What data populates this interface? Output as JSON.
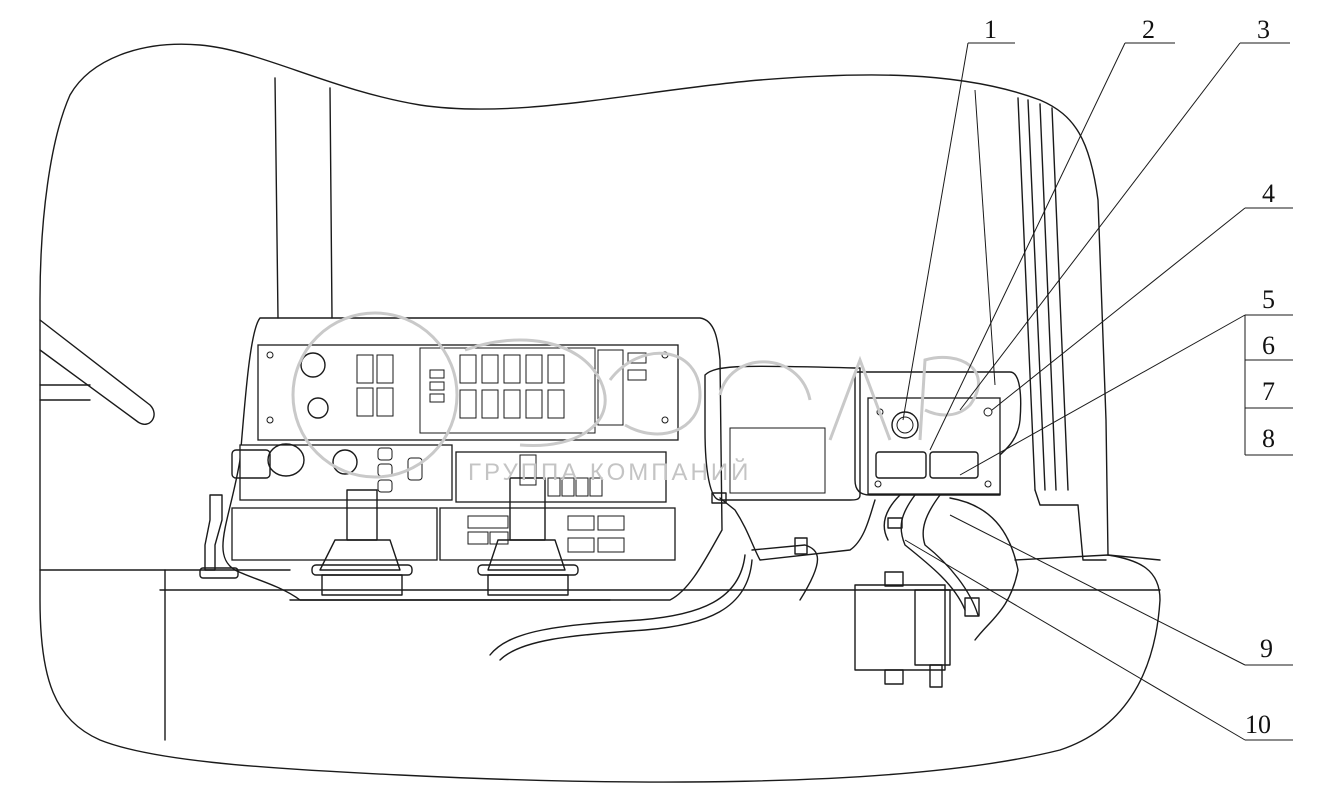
{
  "watermark": {
    "text": "ГРУППА КОМПАНИЙ"
  },
  "callouts": [
    {
      "id": "1",
      "label": "1"
    },
    {
      "id": "2",
      "label": "2"
    },
    {
      "id": "3",
      "label": "3"
    },
    {
      "id": "4",
      "label": "4"
    },
    {
      "id": "5",
      "label": "5"
    },
    {
      "id": "6",
      "label": "6"
    },
    {
      "id": "7",
      "label": "7"
    },
    {
      "id": "8",
      "label": "8"
    },
    {
      "id": "9",
      "label": "9"
    },
    {
      "id": "10",
      "label": "10"
    }
  ],
  "colors": {
    "line": "#1a1a1a",
    "background": "#ffffff",
    "watermark": "#c9c9c9"
  }
}
